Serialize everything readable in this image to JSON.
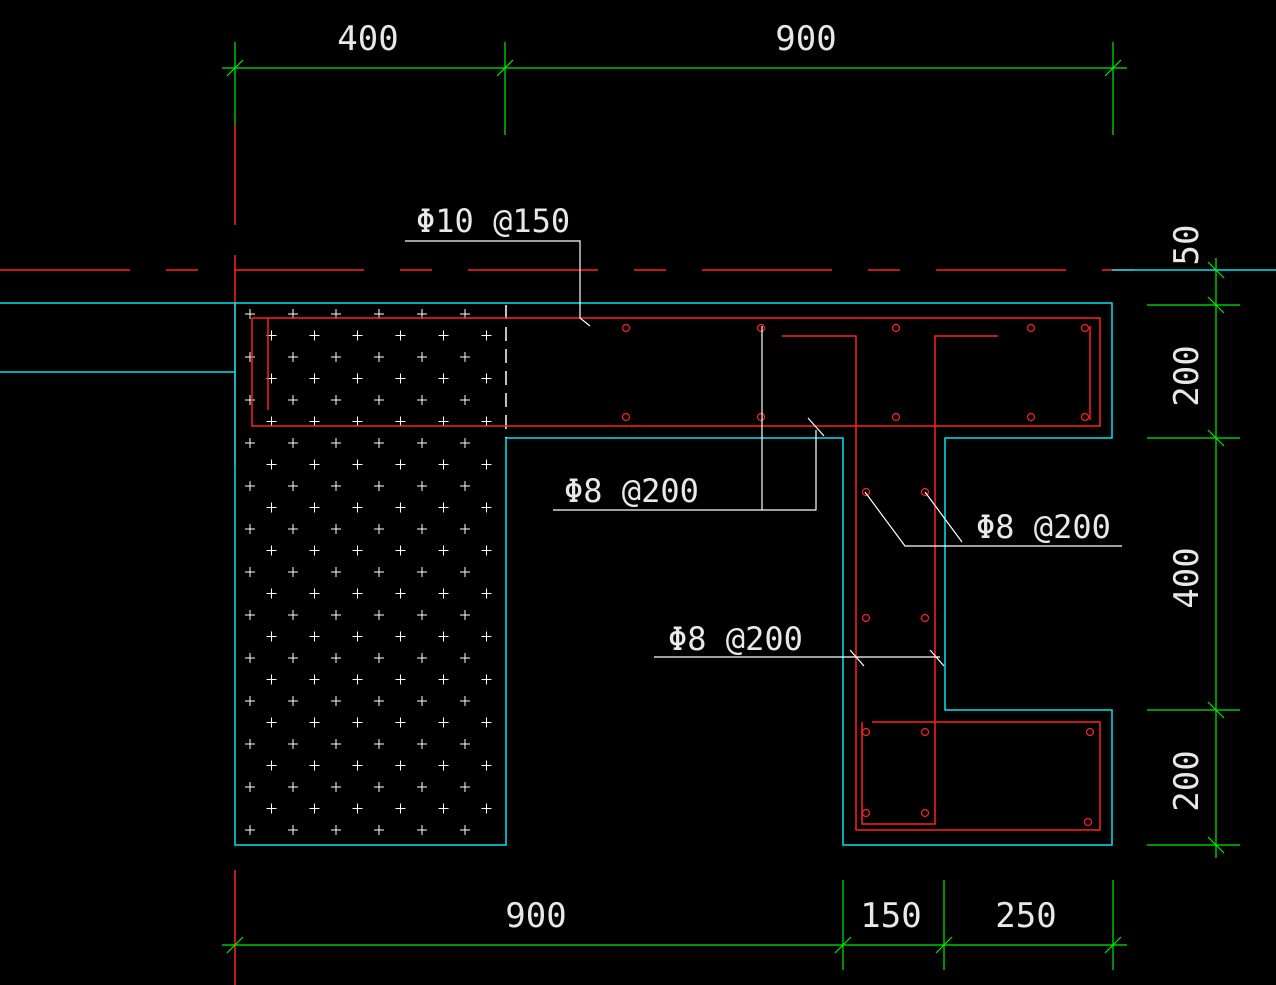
{
  "dimensions": {
    "top": [
      "400",
      "900"
    ],
    "bottom": [
      "900",
      "150",
      "250"
    ],
    "right": [
      "50",
      "200",
      "400",
      "200"
    ]
  },
  "callouts": {
    "top_slab": "Φ10 @150",
    "left_tie": "Φ8 @200",
    "right_tie": "Φ8 @200",
    "mid_tie": "Φ8 @200"
  },
  "colors": {
    "background": "#000000",
    "outline": "#00ffff",
    "rebar": "#ff2020",
    "dimension": "#00ff00",
    "axis": "#ff2020",
    "leader": "#ffffff",
    "hatch": "#ffffff"
  }
}
